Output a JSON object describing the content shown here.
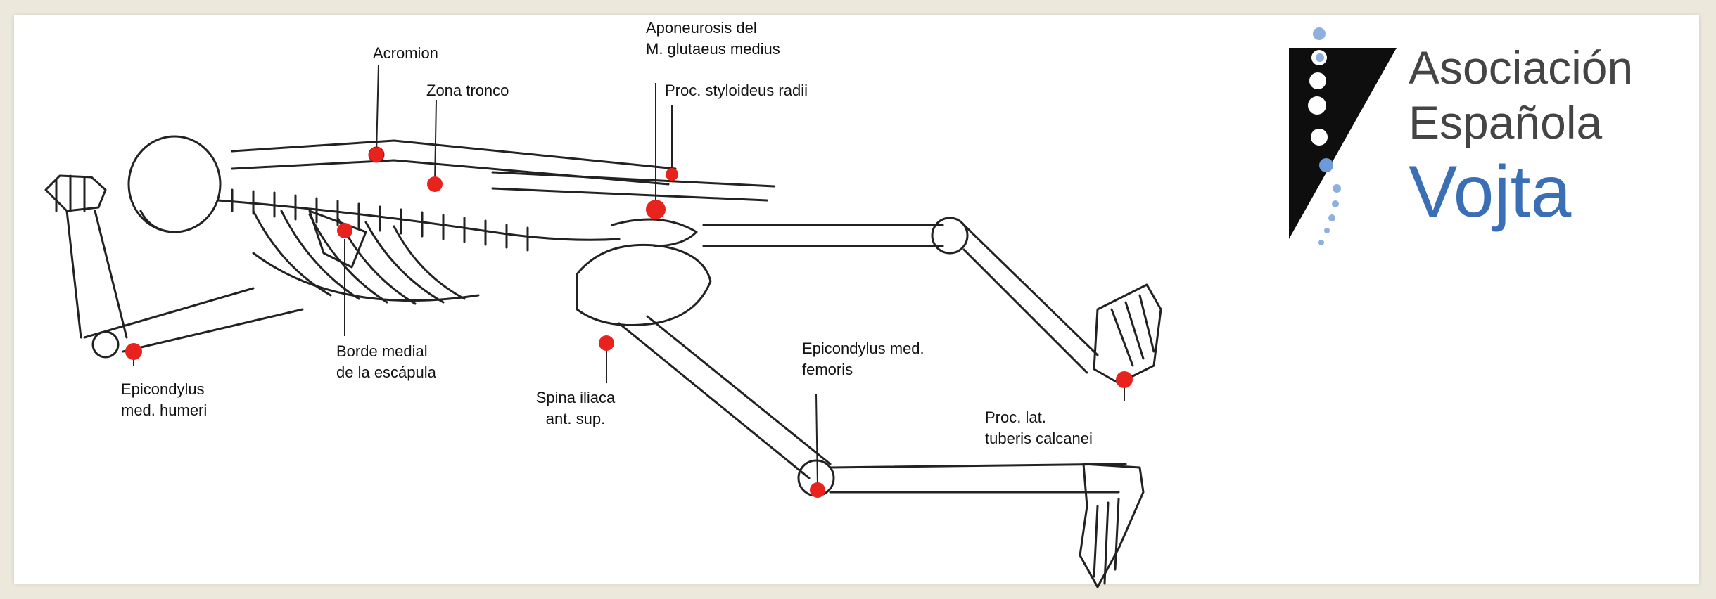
{
  "labels": {
    "acromion": "Acromion",
    "zona_tronco": "Zona tronco",
    "aponeurosis_1": "Aponeurosis del",
    "aponeurosis_2": "M. glutaeus medius",
    "styloideus": "Proc. styloideus radii",
    "borde_1": "Borde medial",
    "borde_2": "de la escápula",
    "epi_humeri_1": "Epicondylus",
    "epi_humeri_2": "med. humeri",
    "spina_1": "Spina iliaca",
    "spina_2": "ant. sup.",
    "epi_femoris_1": "Epicondylus med.",
    "epi_femoris_2": "femoris",
    "calcanei_1": "Proc. lat.",
    "calcanei_2": "tuberis calcanei"
  },
  "logo": {
    "line1": "Asociación",
    "line2": "Española",
    "line3": "Vojta"
  },
  "colors": {
    "point_red": "#e8231e",
    "logo_blue": "#3a6fb6",
    "logo_dot": "#8fb0df",
    "logo_gray": "#444444",
    "bone": "#222222"
  }
}
